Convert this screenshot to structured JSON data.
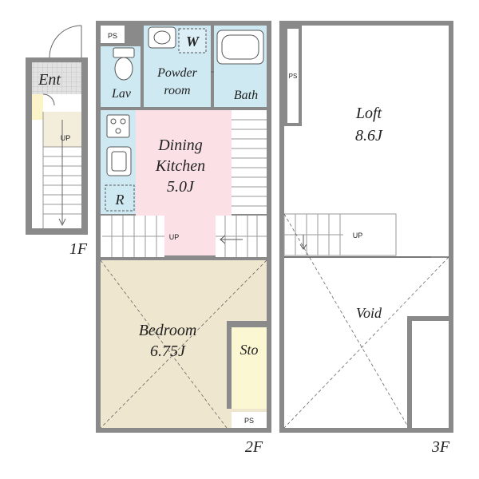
{
  "floors": {
    "f1": "1F",
    "f2": "2F",
    "f3": "3F"
  },
  "rooms": {
    "entrance": "Ent",
    "up_1f": "UP",
    "ps_2f_top": "PS",
    "washer": "W",
    "toilet_lav": "Lav",
    "powder_room_line1": "Powder",
    "powder_room_line2": "room",
    "bath": "Bath",
    "dk_line1": "Dining",
    "dk_line2": "Kitchen",
    "dk_size": "5.0J",
    "fridge": "R",
    "up_2f": "UP",
    "bedroom": "Bedroom",
    "bedroom_size": "6.75J",
    "storage": "Sto",
    "ps_2f_bottom": "PS",
    "ps_3f": "PS",
    "loft": "Loft",
    "loft_size": "8.6J",
    "up_3f": "UP",
    "void": "Void"
  },
  "colors": {
    "wall": "#8a8a8a",
    "wet_area": "#cfe9f2",
    "kitchen": "#fbe1e6",
    "bedroom": "#efe6cf",
    "storage": "#fbf7d2",
    "entrance_tile": "#d9d9d9",
    "stair_floor": "#f5f0dc"
  }
}
